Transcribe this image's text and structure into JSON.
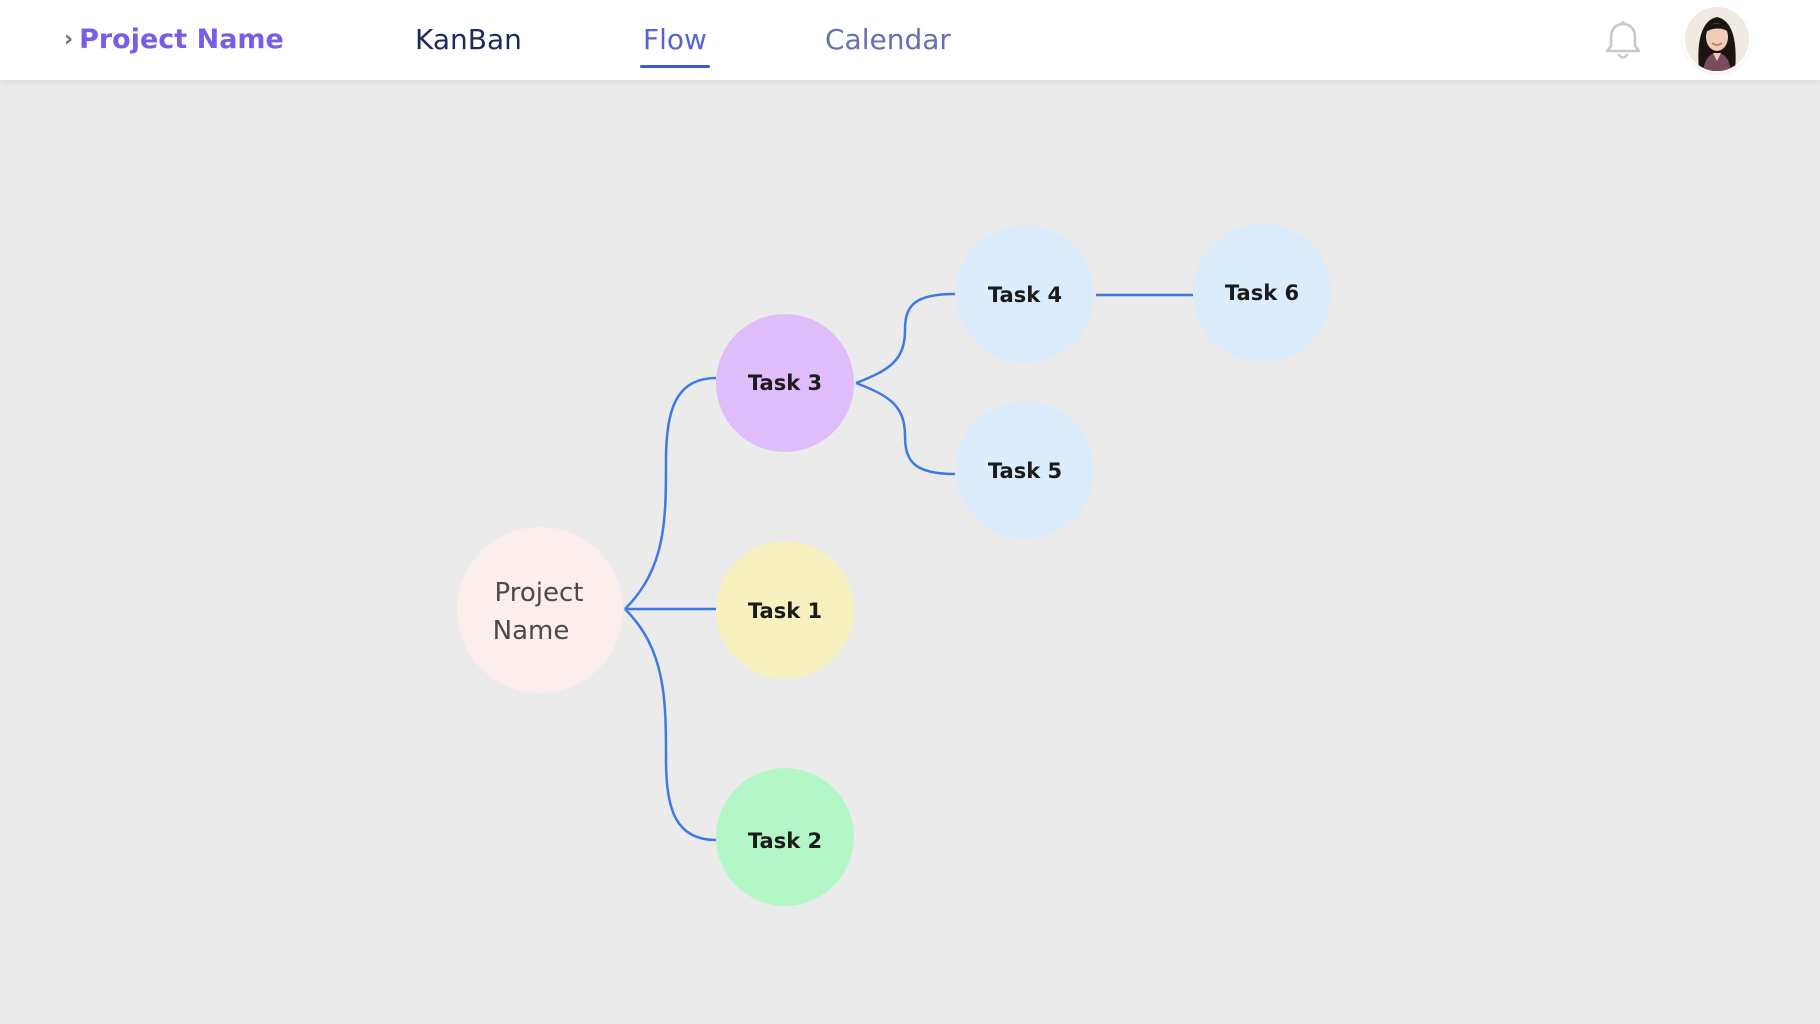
{
  "header": {
    "breadcrumb_chevron": "›",
    "project_title": "Project Name",
    "tabs": [
      {
        "label": "KanBan",
        "active": false
      },
      {
        "label": "Flow",
        "active": true
      },
      {
        "label": "Calendar",
        "active": false
      }
    ],
    "notification_icon": "bell-icon",
    "avatar": "user-avatar"
  },
  "flow": {
    "root": {
      "line1": "Project",
      "line2": "Name",
      "color": "#fdeeee"
    },
    "tasks": [
      {
        "label": "Task 3",
        "color": "#dfbdfb"
      },
      {
        "label": "Task 1",
        "color": "#f7f1c0"
      },
      {
        "label": "Task 2",
        "color": "#b4f7c7"
      },
      {
        "label": "Task 4",
        "color": "#dbecfc"
      },
      {
        "label": "Task 5",
        "color": "#dbecfc"
      },
      {
        "label": "Task 6",
        "color": "#dbecfc"
      }
    ],
    "edges": [
      {
        "from": "Project Name",
        "to": "Task 3"
      },
      {
        "from": "Project Name",
        "to": "Task 1"
      },
      {
        "from": "Project Name",
        "to": "Task 2"
      },
      {
        "from": "Task 3",
        "to": "Task 4"
      },
      {
        "from": "Task 3",
        "to": "Task 5"
      },
      {
        "from": "Task 4",
        "to": "Task 6"
      }
    ],
    "edge_color": "#3d7ae8"
  }
}
